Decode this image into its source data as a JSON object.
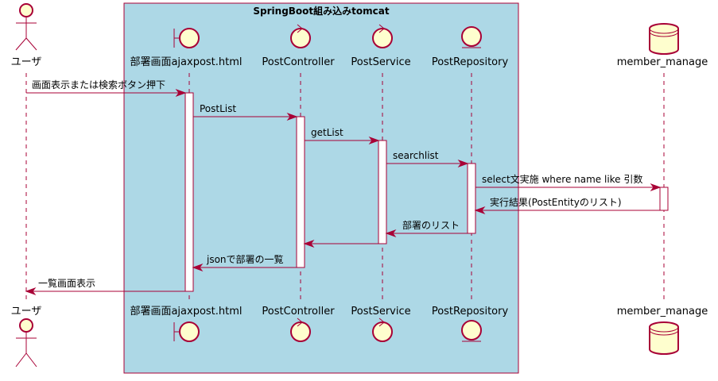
{
  "box": {
    "title": "SpringBoot組み込みtomcat",
    "fill": "#add8e6",
    "stroke": "#a80036"
  },
  "participants": {
    "user": {
      "label": "ユーザ",
      "kind": "actor"
    },
    "page": {
      "label": "部署画面ajaxpost.html",
      "kind": "boundary"
    },
    "controller": {
      "label": "PostController",
      "kind": "control"
    },
    "service": {
      "label": "PostService",
      "kind": "control"
    },
    "repository": {
      "label": "PostRepository",
      "kind": "entity"
    },
    "db": {
      "label": "member_manage",
      "kind": "database"
    }
  },
  "messages": [
    {
      "from": "user",
      "to": "page",
      "label": "画面表示または検索ボタン押下",
      "style": "solid"
    },
    {
      "from": "page",
      "to": "controller",
      "label": "PostList",
      "style": "solid"
    },
    {
      "from": "controller",
      "to": "service",
      "label": "getList",
      "style": "solid"
    },
    {
      "from": "service",
      "to": "repository",
      "label": "searchlist",
      "style": "solid"
    },
    {
      "from": "repository",
      "to": "db",
      "label": "select文実施 where name like 引数",
      "style": "solid"
    },
    {
      "from": "db",
      "to": "repository",
      "label": "実行結果(PostEntityのリスト)",
      "style": "solid"
    },
    {
      "from": "repository",
      "to": "service",
      "label": "部署のリスト",
      "style": "solid"
    },
    {
      "from": "service",
      "to": "controller",
      "label": "",
      "style": "solid"
    },
    {
      "from": "controller",
      "to": "page",
      "label": "jsonで部署の一覧",
      "style": "solid"
    },
    {
      "from": "page",
      "to": "user",
      "label": "一覧画面表示",
      "style": "solid"
    }
  ],
  "colors": {
    "line": "#a80036",
    "participant_fill": "#fefece",
    "activation_fill": "#ffffff"
  }
}
